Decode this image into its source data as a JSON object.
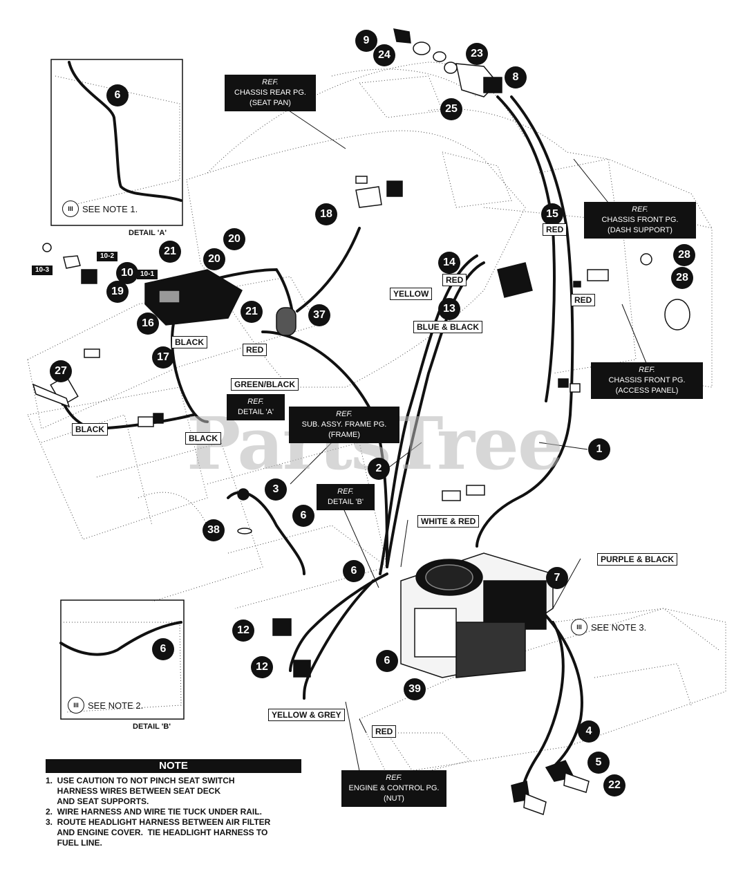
{
  "watermark": "PartsTree",
  "callouts": [
    "1",
    "2",
    "3",
    "4",
    "5",
    "6",
    "6",
    "6",
    "6",
    "6",
    "7",
    "8",
    "9",
    "10",
    "12",
    "12",
    "13",
    "14",
    "15",
    "16",
    "17",
    "18",
    "19",
    "20",
    "20",
    "21",
    "21",
    "22",
    "23",
    "24",
    "25",
    "27",
    "28",
    "28",
    "37",
    "38",
    "39"
  ],
  "sublabels": [
    "10-2",
    "10-1",
    "10-3"
  ],
  "wire_labels": [
    "RED",
    "RED",
    "RED",
    "RED",
    "RED",
    "YELLOW",
    "BLUE & BLACK",
    "BLACK",
    "BLACK",
    "BLACK",
    "GREEN/BLACK",
    "WHITE & RED",
    "PURPLE & BLACK",
    "YELLOW & GREY"
  ],
  "refs": {
    "seat_pan": {
      "head": "REF.",
      "l1": "CHASSIS REAR PG.",
      "l2": "(SEAT PAN)"
    },
    "dash": {
      "head": "REF.",
      "l1": "CHASSIS FRONT PG.",
      "l2": "(DASH SUPPORT)"
    },
    "access": {
      "head": "REF.",
      "l1": "CHASSIS FRONT PG.",
      "l2": "(ACCESS PANEL)"
    },
    "detail_a": {
      "head": "REF.",
      "l1": "DETAIL 'A'"
    },
    "frame": {
      "head": "REF.",
      "l1": "SUB. ASSY. FRAME PG.",
      "l2": "(FRAME)"
    },
    "detail_b": {
      "head": "REF.",
      "l1": "DETAIL 'B'"
    },
    "engine": {
      "head": "REF.",
      "l1": "ENGINE & CONTROL PG.",
      "l2": "(NUT)"
    }
  },
  "note_refs": {
    "n1": {
      "symbol": "III",
      "text": "SEE NOTE 1."
    },
    "n2": {
      "symbol": "III",
      "text": "SEE NOTE 2."
    },
    "n3": {
      "symbol": "III",
      "text": "SEE NOTE 3."
    }
  },
  "details": {
    "a": "DETAIL 'A'",
    "b": "DETAIL 'B'"
  },
  "notes": {
    "title": "NOTE",
    "items": [
      "1.  USE CAUTION TO NOT PINCH SEAT SWITCH",
      "     HARNESS WIRES BETWEEN SEAT DECK",
      "     AND SEAT SUPPORTS.",
      "2.  WIRE HARNESS AND WIRE TIE TUCK UNDER RAIL.",
      "3.  ROUTE HEADLIGHT HARNESS BETWEEN AIR FILTER",
      "     AND ENGINE COVER.  TIE HEADLIGHT HARNESS TO",
      "     FUEL LINE."
    ]
  }
}
